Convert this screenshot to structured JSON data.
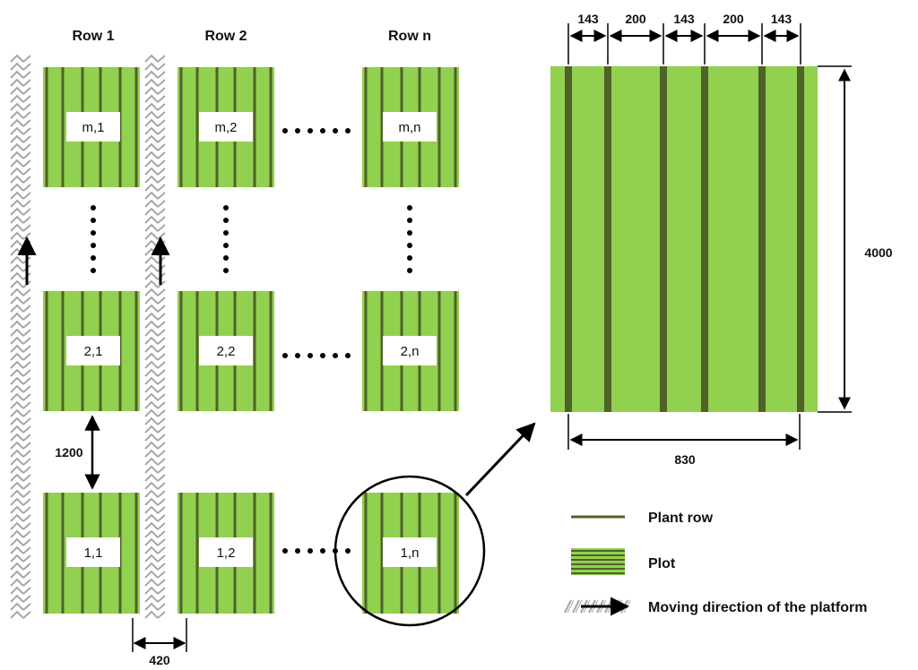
{
  "layout": {
    "columns": [
      {
        "header": "Row 1",
        "plots": {
          "top": "m,1",
          "middle": "2,1",
          "bottom": "1,1"
        }
      },
      {
        "header": "Row 2",
        "plots": {
          "top": "m,2",
          "middle": "2,2",
          "bottom": "1,2"
        }
      },
      {
        "header": "Row n",
        "plots": {
          "top": "m,n",
          "middle": "2,n",
          "bottom": "1,n"
        }
      }
    ],
    "plot_spacing_label": "1200",
    "path_width_label": "420"
  },
  "detail": {
    "row_spacings": [
      "143",
      "200",
      "143",
      "200",
      "143"
    ],
    "height_label": "4000",
    "width_label": "830"
  },
  "legend": {
    "plant_row": "Plant row",
    "plot": "Plot",
    "moving_direction": "Moving direction of the platform"
  },
  "colors": {
    "plot_fill": "#92d050",
    "plant_row": "#4f6228",
    "hatch": "#a6a6a6",
    "ink": "#000000"
  }
}
